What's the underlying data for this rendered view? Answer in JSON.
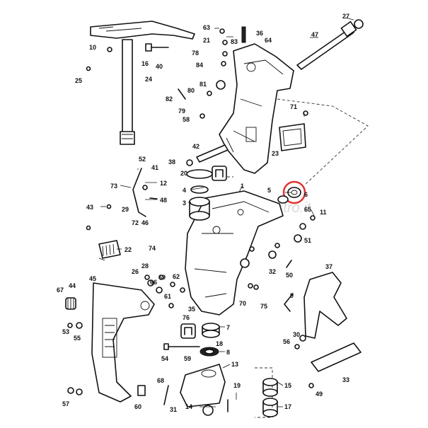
{
  "watermark": "nauticamastro.it",
  "highlight_color": "#e0342f",
  "labels": [
    "1",
    "3",
    "4",
    "5",
    "6",
    "7",
    "8",
    "9",
    "10",
    "11",
    "12",
    "13",
    "14",
    "15",
    "16",
    "17",
    "18",
    "19",
    "20",
    "21",
    "22",
    "23",
    "24",
    "25",
    "26",
    "27",
    "28",
    "29",
    "30",
    "31",
    "32",
    "33",
    "35",
    "36",
    "37",
    "38",
    "40",
    "41",
    "42",
    "43",
    "44",
    "45",
    "46",
    "47",
    "48",
    "49",
    "50",
    "51",
    "52",
    "53",
    "54",
    "55",
    "56",
    "57",
    "58",
    "59",
    "60",
    "61",
    "62",
    "63",
    "64",
    "65",
    "66",
    "67",
    "68",
    "69",
    "70",
    "71",
    "72",
    "73",
    "74",
    "75",
    "76",
    "78",
    "79",
    "80",
    "81",
    "82",
    "83",
    "84"
  ]
}
